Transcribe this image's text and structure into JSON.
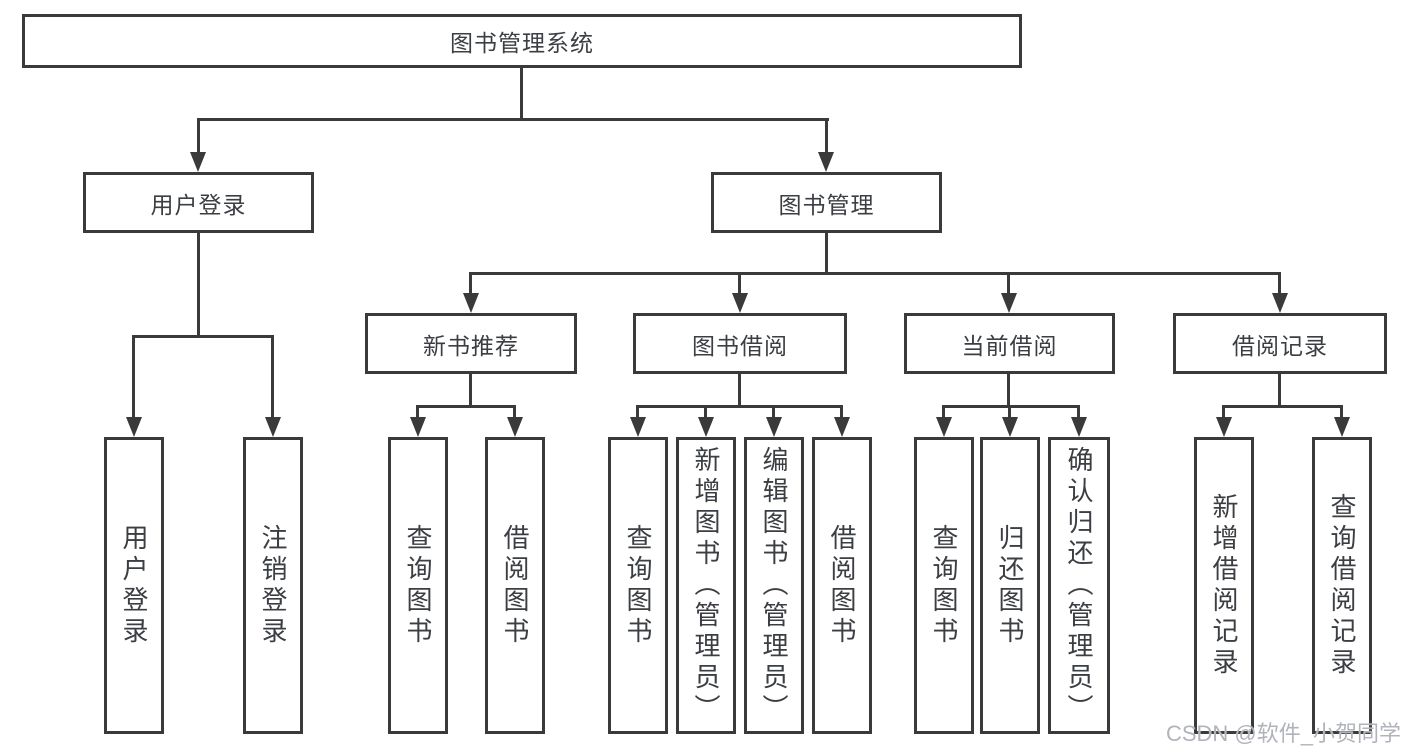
{
  "diagram": {
    "title": "图书管理系统",
    "root": {
      "label": "图书管理系统"
    },
    "level2": [
      {
        "label": "用户登录"
      },
      {
        "label": "图书管理"
      }
    ],
    "level3": [
      {
        "label": "新书推荐"
      },
      {
        "label": "图书借阅"
      },
      {
        "label": "当前借阅"
      },
      {
        "label": "借阅记录"
      }
    ],
    "leaves": [
      {
        "label": "用户登录"
      },
      {
        "label": "注销登录"
      },
      {
        "label": "查询图书"
      },
      {
        "label": "借阅图书"
      },
      {
        "label": "查询图书"
      },
      {
        "label": "新增图书（管理员）"
      },
      {
        "label": "编辑图书（管理员）"
      },
      {
        "label": "借阅图书"
      },
      {
        "label": "查询图书"
      },
      {
        "label": "归还图书"
      },
      {
        "label": "确认归还（管理员）"
      },
      {
        "label": "新增借阅记录"
      },
      {
        "label": "查询借阅记录"
      }
    ],
    "watermark": "CSDN @软件_小贺同学",
    "colors": {
      "line": "#3a3a3a",
      "text": "#3b3e42",
      "background": "#ffffff",
      "watermark": "#b0b4ba"
    }
  }
}
